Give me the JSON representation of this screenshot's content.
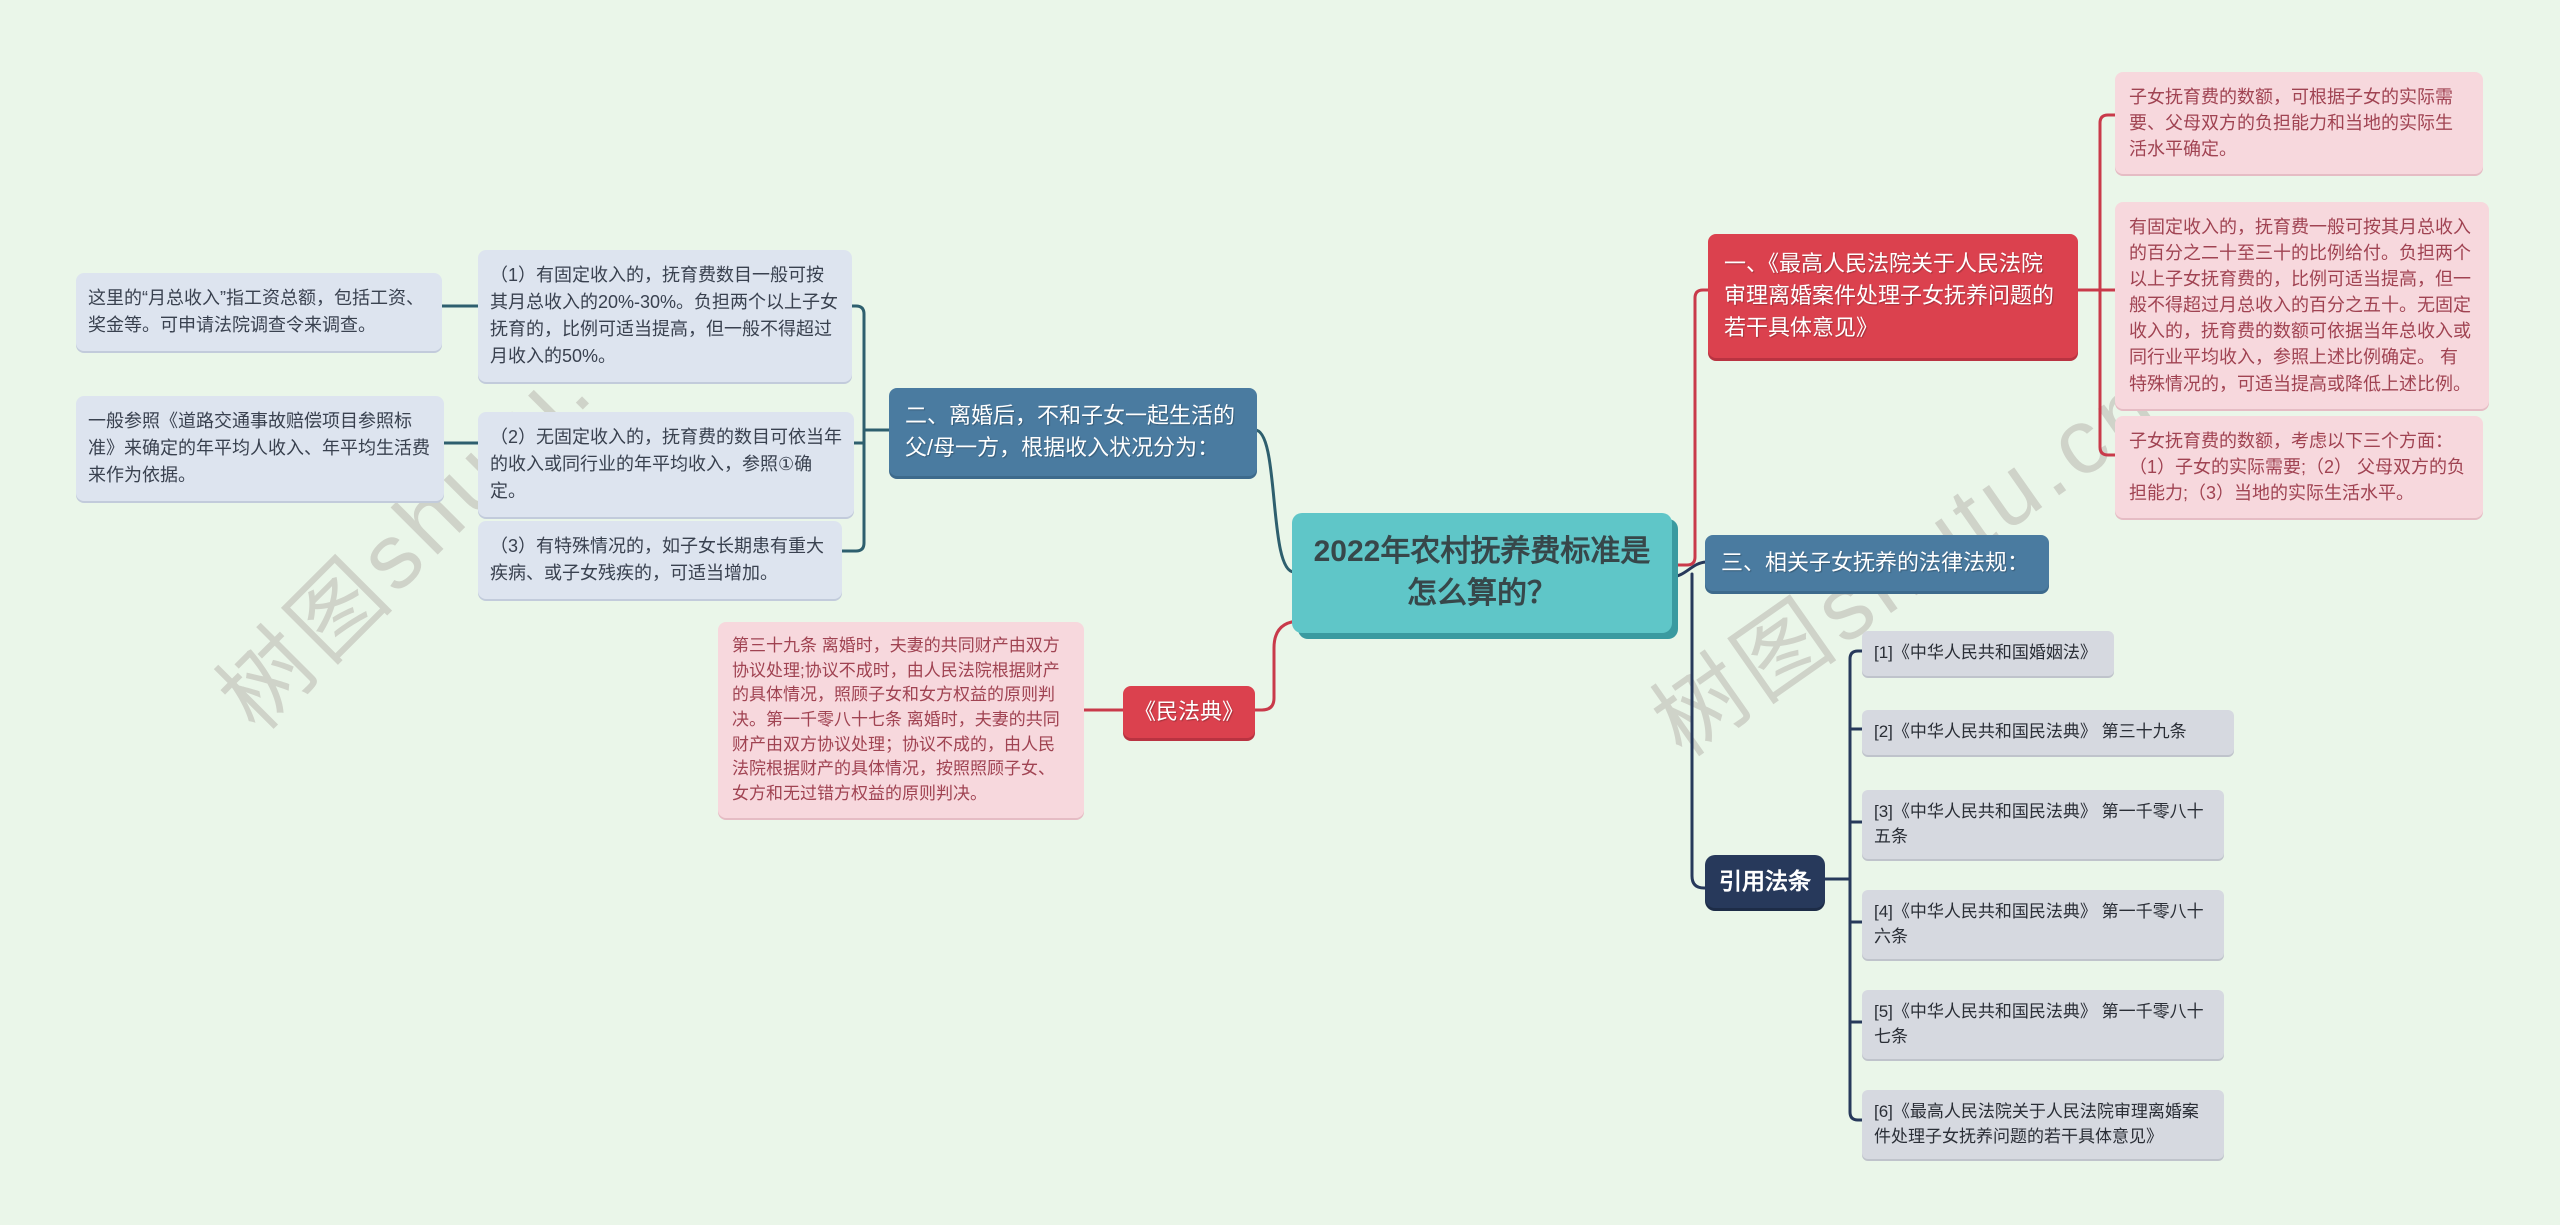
{
  "watermark": {
    "text": "树图shutu.cn"
  },
  "center": {
    "title": "2022年农村抚养费标准是怎么算的？"
  },
  "branch1": {
    "label": "一、《最高人民法院关于人民法院审理离婚案件处理子女抚养问题的若干具体意见》",
    "items": [
      "子女抚育费的数额，可根据子女的实际需要、父母双方的负担能力和当地的实际生活水平确定。",
      "有固定收入的，抚育费一般可按其月总收入的百分之二十至三十的比例给付。负担两个以上子女抚育费的，比例可适当提高，但一般不得超过月总收入的百分之五十。无固定收入的，抚育费的数额可依据当年总收入或同行业平均收入，参照上述比例确定。 有特殊情况的，可适当提高或降低上述比例。",
      "子女抚育费的数额，考虑以下三个方面：（1）子女的实际需要;（2） 父母双方的负担能力;（3）当地的实际生活水平。"
    ]
  },
  "branch2": {
    "label": "二、离婚后，不和子女一起生活的父/母一方，根据收入状况分为：",
    "items": [
      "（1）有固定收入的，抚育费数目一般可按其月总收入的20%-30%。负担两个以上子女抚育的，比例可适当提高，但一般不得超过月收入的50%。",
      "（2）无固定收入的，抚育费的数目可依当年的收入或同行业的年平均收入，参照①确定。",
      "（3）有特殊情况的，如子女长期患有重大疾病、或子女残疾的，可适当增加。"
    ],
    "notes": [
      "这里的“月总收入”指工资总额，包括工资、奖金等。可申请法院调查令来调查。",
      "一般参照《道路交通事故赔偿项目参照标准》来确定的年平均人收入、年平均生活费来作为依据。"
    ]
  },
  "minfadian": {
    "label": "《民法典》",
    "detail": "第三十九条 离婚时，夫妻的共同财产由双方协议处理;协议不成时，由人民法院根据财产的具体情况，照顾子女和女方权益的原则判决。第一千零八十七条 离婚时，夫妻的共同财产由双方协议处理；协议不成的，由人民法院根据财产的具体情况，按照照顾子女、女方和无过错方权益的原则判决。"
  },
  "branch3": {
    "label": "三、相关子女抚养的法律法规：",
    "cite_label": "引用法条",
    "laws": [
      "[1]《中华人民共和国婚姻法》",
      "[2]《中华人民共和国民法典》 第三十九条",
      "[3]《中华人民共和国民法典》 第一千零八十五条",
      "[4]《中华人民共和国民法典》 第一千零八十六条",
      "[5]《中华人民共和国民法典》 第一千零八十七条",
      "[6]《最高人民法院关于人民法院审理离婚案件处理子女抚养问题的若干具体意见》"
    ]
  },
  "colors": {
    "background": "#eaf6e9",
    "center_teal": "#5fc6c8",
    "branch_blue": "#4a7ba0",
    "branch_red": "#db414e",
    "cite_navy": "#27395b",
    "note_gray_blue": "#dde4ef",
    "law_gray": "#d6d9e0",
    "pink": "#f7d8dd",
    "line_red": "#c93a4a",
    "line_teal": "#2e5f6e",
    "line_navy": "#27395b"
  }
}
